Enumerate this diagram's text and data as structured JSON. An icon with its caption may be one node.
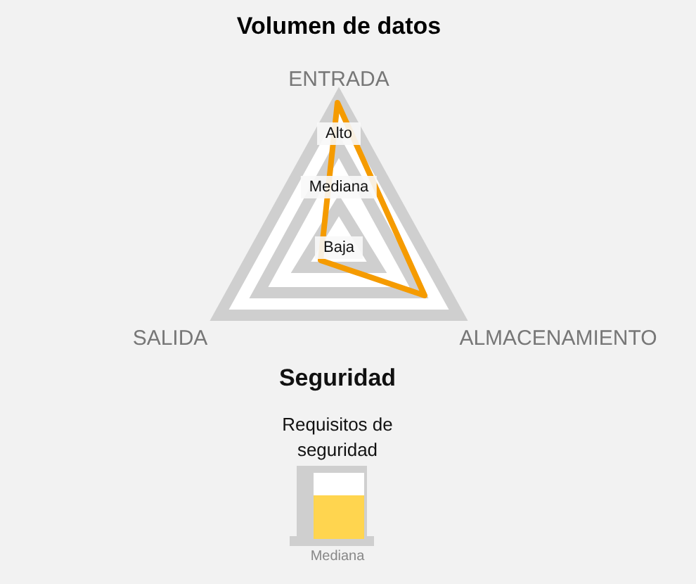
{
  "diagram": {
    "title": "Volumen de datos",
    "labels": [
      "ENTRADA",
      "Alto",
      "Mediana",
      "Baja",
      "SALIDA",
      "ALMACENAMIENTO",
      "Seguridad",
      "Requisitos de seguridad",
      "Mediana"
    ]
  }
}
